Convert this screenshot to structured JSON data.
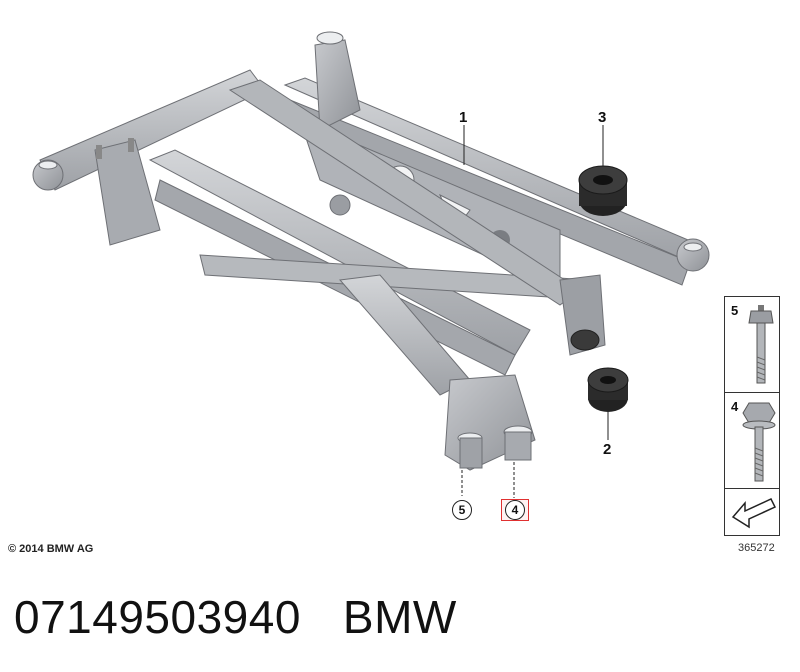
{
  "diagram": {
    "callouts": {
      "c1": "1",
      "c2": "2",
      "c3": "3",
      "c5": "5",
      "c4": "4"
    },
    "legend": {
      "item_top": "5",
      "item_bottom": "4"
    },
    "copyright": "© 2014 BMW AG",
    "doc_number": "365272"
  },
  "caption": {
    "part_number": "07149503940",
    "brand": "BMW"
  },
  "colors": {
    "frame": "#b9bcc0",
    "frame_dark": "#8e9196",
    "bushing": "#2b2b2b",
    "highlight": "#e03030"
  }
}
